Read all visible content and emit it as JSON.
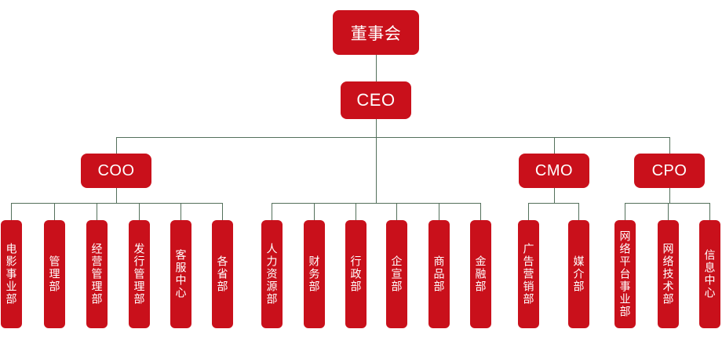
{
  "colors": {
    "node_fill": "#c9101b",
    "node_text": "#ffffff",
    "connector": "#53705b",
    "background": "#ffffff"
  },
  "org_chart": {
    "type": "org-tree",
    "nodes": {
      "board": "董事会",
      "ceo": "CEO",
      "coo": "COO",
      "cmo": "CMO",
      "cpo": "CPO",
      "coo_departments": [
        "电影事业部",
        "管理部",
        "经营管理部",
        "发行管理部",
        "客服中心",
        "各省部"
      ],
      "ceo_departments": [
        "人力资源部",
        "财务部",
        "行政部",
        "企宣部",
        "商品部",
        "金融部"
      ],
      "cmo_departments": [
        "广告营销部",
        "媒介部"
      ],
      "cpo_departments": [
        "网络平台事业部",
        "网络技术部",
        "信息中心"
      ]
    },
    "hierarchy": {
      "root": "board",
      "board_reports": [
        "ceo"
      ],
      "ceo_reports": [
        "coo",
        "ceo_departments",
        "cmo",
        "cpo"
      ]
    }
  }
}
